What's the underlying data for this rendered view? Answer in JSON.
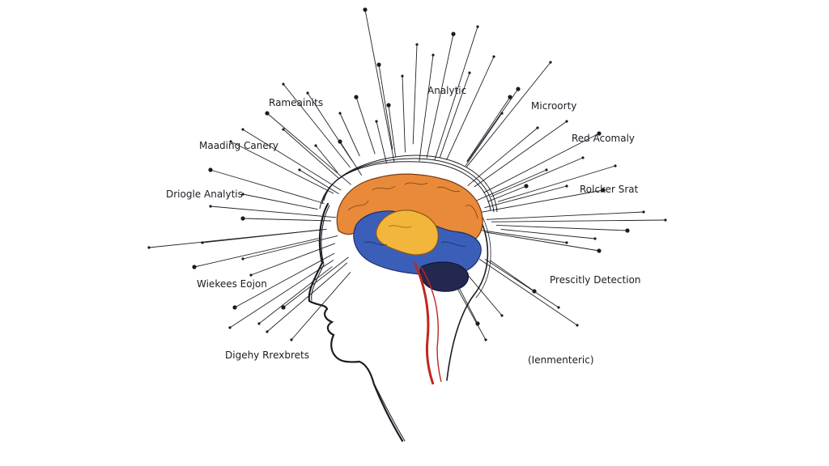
{
  "diagram": {
    "colors": {
      "ink": "#1b1b24",
      "orange": "#e98a3a",
      "blue": "#3b5fb8",
      "yellow": "#f2b63c",
      "navy": "#23284f",
      "red": "#c2261e"
    },
    "labels": {
      "rainmeanimits": "Rameainits",
      "analytic": "Analytic",
      "microorty": "Microorty",
      "red_acomaly": "Red Acomaly",
      "maading_canery": "Maading Canery",
      "drioglc_analytis": "Driogle Analytis",
      "rolckier_srat": "Rolcker Srat",
      "prescitly_detection": "Prescitly Detection",
      "wiekees_eojon": "Wiekees Eojon",
      "digehy_rrexbrets": "Digehy Rrexbrets",
      "lenmenteric": "(Ienmenteric)"
    }
  }
}
